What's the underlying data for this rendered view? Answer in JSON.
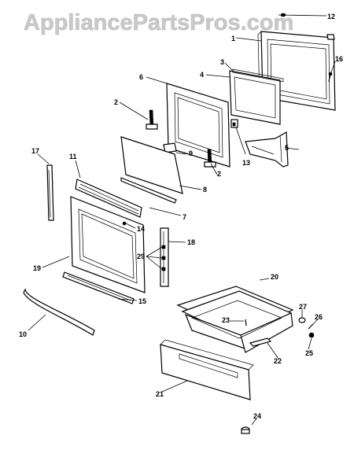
{
  "watermark": "AppliancePartsPros.com",
  "callouts": {
    "c1": "1",
    "c2a": "2",
    "c2b": "2",
    "c3": "3",
    "c4": "4",
    "c5": "5",
    "c6": "6",
    "c7": "7",
    "c8": "8",
    "c9": "9",
    "c10": "10",
    "c11": "11",
    "c12": "12",
    "c13": "13",
    "c14": "14",
    "c15": "15",
    "c16": "16",
    "c17": "17",
    "c18": "18",
    "c19": "19",
    "c20": "20",
    "c21": "21",
    "c22": "22",
    "c23": "23",
    "c24": "24",
    "c25": "25",
    "c26": "26",
    "c27": "27",
    "c29": "29"
  }
}
